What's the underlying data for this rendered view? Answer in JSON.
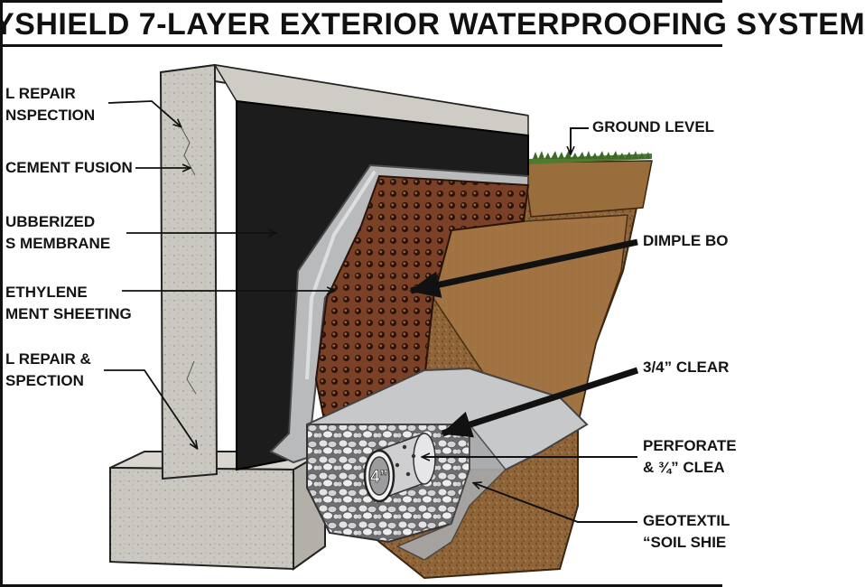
{
  "title": "YSHIELD 7-LAYER EXTERIOR WATERPROOFING SYSTEM",
  "labels": {
    "left": [
      {
        "line1": "L REPAIR",
        "line2": "NSPECTION"
      },
      {
        "line1": "CEMENT FUSION"
      },
      {
        "line1": "UBBERIZED",
        "line2": "S MEMBRANE"
      },
      {
        "line1": "ETHYLENE",
        "line2": "MENT SHEETING"
      },
      {
        "line1": "L REPAIR &",
        "line2": "SPECTION"
      }
    ],
    "right": [
      {
        "line1": "GROUND LEVEL"
      },
      {
        "line1": "DIMPLE BO"
      },
      {
        "line1": "3/4” CLEAR"
      },
      {
        "line1": "PERFORATE",
        "line2": "& ¾” CLEA"
      },
      {
        "line1": "GEOTEXTIL",
        "line2": "“SOIL SHIE"
      }
    ]
  },
  "pipe_label": "4”",
  "colors": {
    "concrete": "#c9c6c0",
    "membrane": "#1c1c1c",
    "sheeting": "#b9babc",
    "dimple_board": "#6e3a22",
    "soil": "#8a6236",
    "gravel": "#d8d8da",
    "grass": "#4e7a32"
  }
}
